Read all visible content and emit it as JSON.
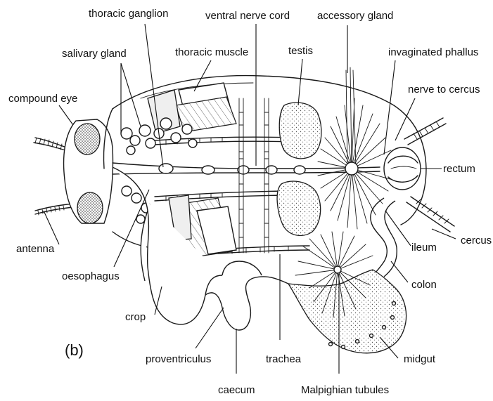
{
  "figure": {
    "panel_label": "(b)",
    "labels": {
      "thoracic_ganglion": "thoracic ganglion",
      "ventral_nerve_cord": "ventral nerve cord",
      "accessory_gland": "accessory gland",
      "salivary_gland": "salivary gland",
      "thoracic_muscle": "thoracic muscle",
      "testis": "testis",
      "invaginated_phallus": "invaginated phallus",
      "nerve_to_cercus": "nerve to cercus",
      "compound_eye": "compound eye",
      "rectum": "rectum",
      "antenna": "antenna",
      "cercus": "cercus",
      "ileum": "ileum",
      "oesophagus": "oesophagus",
      "colon": "colon",
      "crop": "crop",
      "midgut": "midgut",
      "proventriculus": "proventriculus",
      "trachea": "trachea",
      "caecum": "caecum",
      "malpighian_tubules": "Malpighian tubules"
    }
  }
}
